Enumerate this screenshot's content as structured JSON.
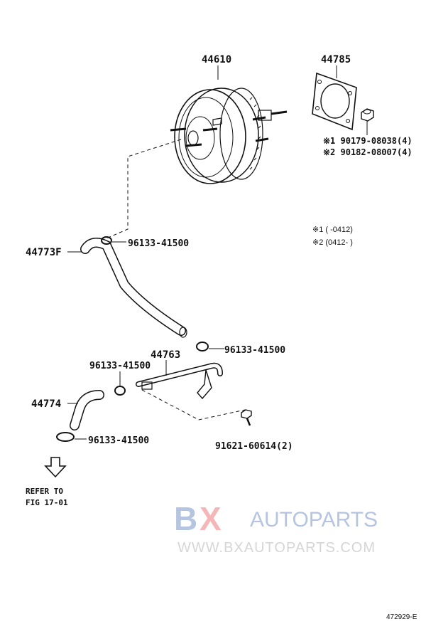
{
  "parts": {
    "booster": "44610",
    "gasket": "44785",
    "gasket_nut_1": "※1 90179-08038(4)",
    "gasket_nut_2": "※2 90182-08007(4)",
    "hose_upper": "44773F",
    "clamp_upper": "96133-41500",
    "clamp_mid_right": "96133-41500",
    "pipe": "44763",
    "clamp_mid_left": "96133-41500",
    "hose_lower": "44774",
    "clamp_lower": "96133-41500",
    "bolt": "91621-60614(2)"
  },
  "notes": {
    "note1": "※1 (     -0412)",
    "note2": "※2 (0412-     )"
  },
  "refer": {
    "line1": "REFER TO",
    "line2": "FIG 17-01"
  },
  "watermark": {
    "brand_b": "B",
    "brand_x": "X",
    "brand_rest": "AUTOPARTS",
    "url": "WWW.BXAUTOPARTS.COM",
    "color_blue": "#2f5aa8",
    "color_red": "#e03030"
  },
  "figure_id": "472929-E"
}
